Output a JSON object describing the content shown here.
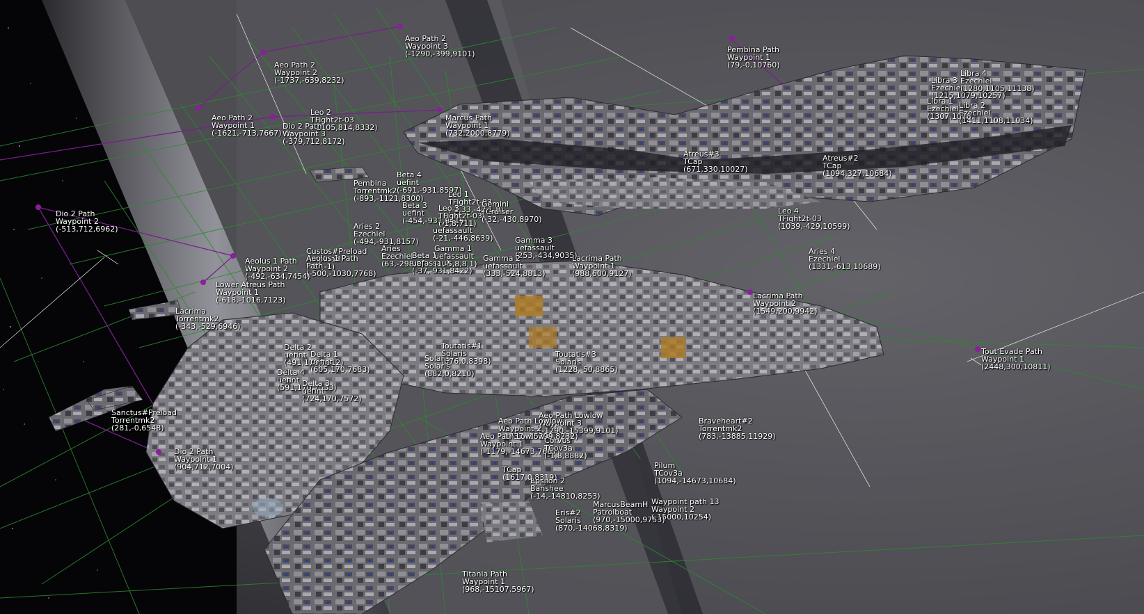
{
  "colors": {
    "grid": "#2e8a2e",
    "path": "#7a1f8c",
    "waypoint": "#8a1f9a",
    "label": "#ffffff",
    "hull": "#8a8a8e"
  },
  "labels": [
    {
      "id": "aeo-path-2-wp3",
      "lines": [
        "Aeo Path 2",
        "Waypoint 3",
        "(-1290,-399,9101)"
      ]
    },
    {
      "id": "aeo-path-2-wp2",
      "lines": [
        "Aeo Path 2",
        "Waypoint 2",
        "(-1737,-639,8232)"
      ]
    },
    {
      "id": "pembina-path-wp1",
      "lines": [
        "Pembina Path",
        "Waypoint 1",
        "(79,-0,10760)"
      ]
    },
    {
      "id": "libra-3",
      "lines": [
        "Libra 3",
        "Ezechiel",
        "(1215,1079,10257)"
      ]
    },
    {
      "id": "libra-4",
      "lines": [
        "Libra 4",
        "Ezechiel",
        "(1280,1105,11138)"
      ]
    },
    {
      "id": "libra-1",
      "lines": [
        "Libra 1",
        "Ezechiel",
        "(1307,1078,"
      ]
    },
    {
      "id": "libra-2",
      "lines": [
        "Libra 2",
        "Ezechiel",
        "(1411,1108,11034)"
      ]
    },
    {
      "id": "aeo-path-2-wp1",
      "lines": [
        "Aeo Path 2",
        "Waypoint 1",
        "(-1621,-713,7667)"
      ]
    },
    {
      "id": "leo-2",
      "lines": [
        "Leo 2",
        "TFight2t-03",
        "(-1105,814,8332)"
      ]
    },
    {
      "id": "dio-2-path-wp3",
      "lines": [
        "Dio 2 Path",
        "Waypoint 3",
        "(-379,712,8172)"
      ]
    },
    {
      "id": "marcus-path-wp1",
      "lines": [
        "Marcus Path",
        "Waypoint 1",
        "(732,2000,8779)"
      ]
    },
    {
      "id": "atreus-3",
      "lines": [
        "Atreus#3",
        "TCap",
        "(671,330,10027)"
      ]
    },
    {
      "id": "atreus-2",
      "lines": [
        "Atreus#2",
        "TCap",
        "(1094,327,10684)"
      ]
    },
    {
      "id": "pembina-torrent",
      "lines": [
        "Pembina",
        "Torrentmk2",
        "(-893,-1121,8300)"
      ]
    },
    {
      "id": "beta-4",
      "lines": [
        "Beta 4",
        "uefint",
        "(-691,-931,8597)"
      ]
    },
    {
      "id": "leo-1",
      "lines": [
        "Leo 1",
        "TFight2t-03",
        "(-1,33,-42,1,8)"
      ]
    },
    {
      "id": "gemini",
      "lines": [
        "Gemini",
        "TCruiser",
        "(-32,-430,8970)"
      ]
    },
    {
      "id": "dio-2-path-wp2",
      "lines": [
        "Dio 2 Path",
        "Waypoint 2",
        "(-513,712,6962)"
      ]
    },
    {
      "id": "beta-3",
      "lines": [
        "Beta 3",
        "uefint",
        "(-454,-931,8416)"
      ]
    },
    {
      "id": "leo-3",
      "lines": [
        "Leo 3",
        "TFight2t-03",
        "(-1,8,711)"
      ]
    },
    {
      "id": "uefassault-1",
      "lines": [
        "uefassault",
        "(-21,-446,8639)"
      ]
    },
    {
      "id": "leo-4",
      "lines": [
        "Leo 4",
        "TFight2t-03",
        "(1039,-429,10599)"
      ]
    },
    {
      "id": "aries-2",
      "lines": [
        "Aries 2",
        "Ezechiel",
        "(-494,-931,8157)"
      ]
    },
    {
      "id": "gamma-3",
      "lines": [
        "Gamma 3",
        "uefassault",
        "(253,-434,9035)"
      ]
    },
    {
      "id": "aries-4",
      "lines": [
        "Aries 4",
        "Ezechiel",
        "(1331,-613,10689)"
      ]
    },
    {
      "id": "custos-preload",
      "lines": [
        "Custos#Preload",
        "Ampload",
        "(-17,-1)"
      ]
    },
    {
      "id": "aeolus-1-path",
      "lines": [
        "Aeolus 1 Path",
        "Path",
        "(-500,-1030,7768)"
      ]
    },
    {
      "id": "aeolus-1-path-wp2",
      "lines": [
        "Aeolus 1 Path",
        "Waypoint 2",
        "(-492,-634,7454)"
      ]
    },
    {
      "id": "aries-ezechiel",
      "lines": [
        "Aries",
        "Ezechiel",
        "(63,-298,8)"
      ]
    },
    {
      "id": "beta-uefassault",
      "lines": [
        "Beta 1",
        "uefassault",
        "(-37,-931,8422)"
      ]
    },
    {
      "id": "gamma-1",
      "lines": [
        "Gamma 1",
        "uefassault",
        "(1,-5,8,8,1)"
      ]
    },
    {
      "id": "gamma-2",
      "lines": [
        "Gamma 2",
        "uefassault",
        "(333,-524,8813)"
      ]
    },
    {
      "id": "lacrima-path-wp1",
      "lines": [
        "Lacrima Path",
        "Waypoint 1",
        "(988,600,9127)"
      ]
    },
    {
      "id": "lower-atreus-path-wp1",
      "lines": [
        "Lower Atreus Path",
        "Waypoint 1",
        "(-618,-1016,7123)"
      ]
    },
    {
      "id": "lacrima-path-wp2",
      "lines": [
        "Lacrima Path",
        "Waypoint 2",
        "(1549,200,9942)"
      ]
    },
    {
      "id": "lacrima",
      "lines": [
        "Lacrima",
        "Torrentmk2",
        "(-343,-529,6946)"
      ]
    },
    {
      "id": "delta-2",
      "lines": [
        "Delta 2",
        "uefint",
        "(491,170,7612)"
      ]
    },
    {
      "id": "delta-1",
      "lines": [
        "Delta 1",
        "uefint",
        "(605,170,7683)"
      ]
    },
    {
      "id": "toutatis-1",
      "lines": [
        "Toutatis#1",
        "Solaris",
        "(676,0,8398)"
      ]
    },
    {
      "id": "solaris-1",
      "lines": [
        "Solaris",
        "Solaris",
        "(882,0,8210)"
      ]
    },
    {
      "id": "toutatis-3",
      "lines": [
        "Toutatis#3",
        "Solaris",
        "(1228,-50,8865)"
      ]
    },
    {
      "id": "tout-evade-path-wp1",
      "lines": [
        "Tout Evade Path",
        "Waypoint 1",
        "(2448,300,10811)"
      ]
    },
    {
      "id": "delta-4",
      "lines": [
        "Delta 4",
        "uefint",
        "(591,170,7533)"
      ]
    },
    {
      "id": "delta-3",
      "lines": [
        "Delta 3",
        "uefint",
        "(724,170,7572)"
      ]
    },
    {
      "id": "sanctus-preload",
      "lines": [
        "Sanctus#Preload",
        "Torrentmk2",
        "(281,-0,6548)"
      ]
    },
    {
      "id": "aeo-path-lowlow-wp3",
      "lines": [
        "Aeo Path Lowlow",
        "Waypoint 3",
        "(-1290,-15399,9101)"
      ]
    },
    {
      "id": "aeo-path-lowlow-wp2",
      "lines": [
        "Aeo Path Lowlow",
        "Waypoint 2",
        "(-1737,-15399,8232)"
      ]
    },
    {
      "id": "braveheart-2",
      "lines": [
        "Braveheart#2",
        "Torrentmk2",
        "(783,-13885,11929)"
      ]
    },
    {
      "id": "aeo-path-lowlow-wp1",
      "lines": [
        "Aeo Path Lowlow",
        "Waypoint 1",
        "(-1179,-14673,7667)"
      ]
    },
    {
      "id": "corvus",
      "lines": [
        "Corvus",
        "TCov3a",
        "(-1,8,8882)"
      ]
    },
    {
      "id": "dio-2-path-wp1",
      "lines": [
        "Dio 2 Path",
        "Waypoint 1",
        "(904,712,7004)"
      ]
    },
    {
      "id": "pilum",
      "lines": [
        "Pilum",
        "TCov3a",
        "(1094,-14673,10684)"
      ]
    },
    {
      "id": "tcap-lower",
      "lines": [
        "TCap",
        "(1617,0,8319)"
      ]
    },
    {
      "id": "epsilon-2",
      "lines": [
        "Epsilon 2",
        "Banshee",
        "(-14,-14810,8253)"
      ]
    },
    {
      "id": "waypoint-path-13",
      "lines": [
        "Waypoint path 13",
        "Waypoint 2",
        "(-15000,10254)"
      ]
    },
    {
      "id": "eris-2",
      "lines": [
        "Eris#2",
        "Solaris",
        "(870,-14068,8319)"
      ]
    },
    {
      "id": "marcus-beam",
      "lines": [
        "MarcusBeamH",
        "Patrolboat",
        "(970,-15000,9753)"
      ]
    },
    {
      "id": "titania-path-wp1",
      "lines": [
        "Titania Path",
        "Waypoint 1",
        "(968,-15107,5967)"
      ]
    }
  ]
}
